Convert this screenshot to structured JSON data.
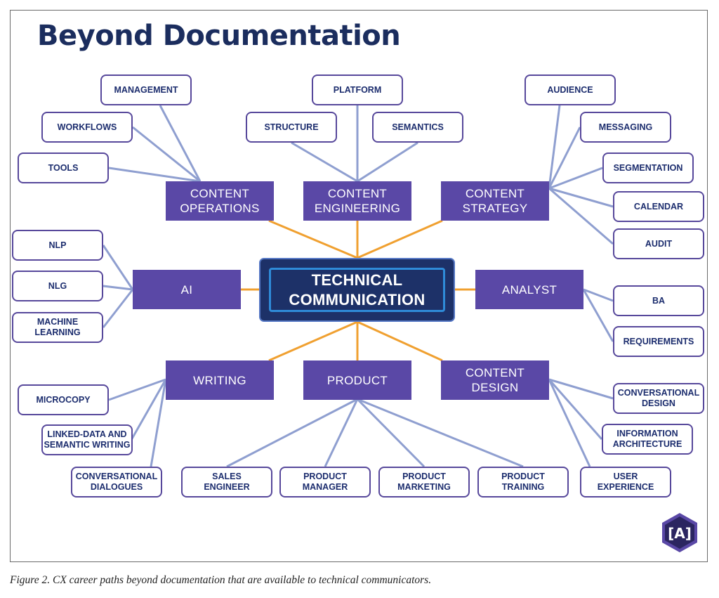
{
  "title": "Beyond Documentation",
  "center": "TECHNICAL\nCOMMUNICATION",
  "hubs": {
    "ops": "CONTENT\nOPERATIONS",
    "eng": "CONTENT\nENGINEERING",
    "strat": "CONTENT\nSTRATEGY",
    "ai": "AI",
    "analyst": "ANALYST",
    "writing": "WRITING",
    "product": "PRODUCT",
    "design": "CONTENT\nDESIGN"
  },
  "leaves": {
    "management": "MANAGEMENT",
    "workflows": "WORKFLOWS",
    "tools": "TOOLS",
    "platform": "PLATFORM",
    "structure": "STRUCTURE",
    "semantics": "SEMANTICS",
    "audience": "AUDIENCE",
    "messaging": "MESSAGING",
    "segmentation": "SEGMENTATION",
    "calendar": "CALENDAR",
    "audit": "AUDIT",
    "nlp": "NLP",
    "nlg": "NLG",
    "ml": "MACHINE\nLEARNING",
    "ba": "BA",
    "requirements": "REQUIREMENTS",
    "microcopy": "MICROCOPY",
    "linked": "LINKED-DATA AND\nSEMANTIC WRITING",
    "dialogues": "CONVERSATIONAL\nDIALOGUES",
    "sales": "SALES\nENGINEER",
    "pm": "PRODUCT\nMANAGER",
    "pmkt": "PRODUCT\nMARKETING",
    "ptrain": "PRODUCT\nTRAINING",
    "convdesign": "CONVERSATIONAL\nDESIGN",
    "ia": "INFORMATION\nARCHITECTURE",
    "ux": "USER\nEXPERIENCE"
  },
  "logo_text": "[A]",
  "caption": "Figure 2. CX career paths beyond documentation that are available to technical communicators.",
  "colors": {
    "hub": "#5a48a6",
    "center": "#1d3168",
    "leaf_border": "#57489b",
    "orange_line": "#f0a030",
    "blue_line": "#8f9fd0",
    "title": "#1b2d5e"
  }
}
